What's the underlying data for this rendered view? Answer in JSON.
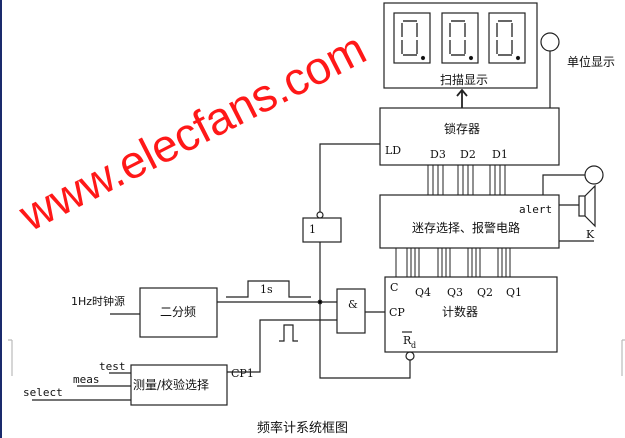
{
  "watermark": "www.elecfans.com",
  "display": {
    "label": "扫描显示",
    "unit_label": "单位显示"
  },
  "latch": {
    "label": "锁存器",
    "ld": "LD",
    "d3": "D3",
    "d2": "D2",
    "d1": "D1"
  },
  "alert_block": {
    "label": "迷存选择、报警电路",
    "alert": "alert",
    "k": "K"
  },
  "counter": {
    "label": "计数器",
    "c": "C",
    "q4": "Q4",
    "q3": "Q3",
    "q2": "Q2",
    "q1": "Q1",
    "cp": "CP",
    "rd": "R",
    "rd_sub": "d"
  },
  "inverter": {
    "label": "1"
  },
  "and_gate": {
    "label": "&"
  },
  "divider": {
    "label": "二分频",
    "input": "1Hz时钟源",
    "pulse": "1s"
  },
  "selector": {
    "label": "测量/校验选择",
    "test": "test",
    "meas": "meas",
    "select": "select",
    "output": "CP1"
  },
  "caption": "频率计系统框图"
}
